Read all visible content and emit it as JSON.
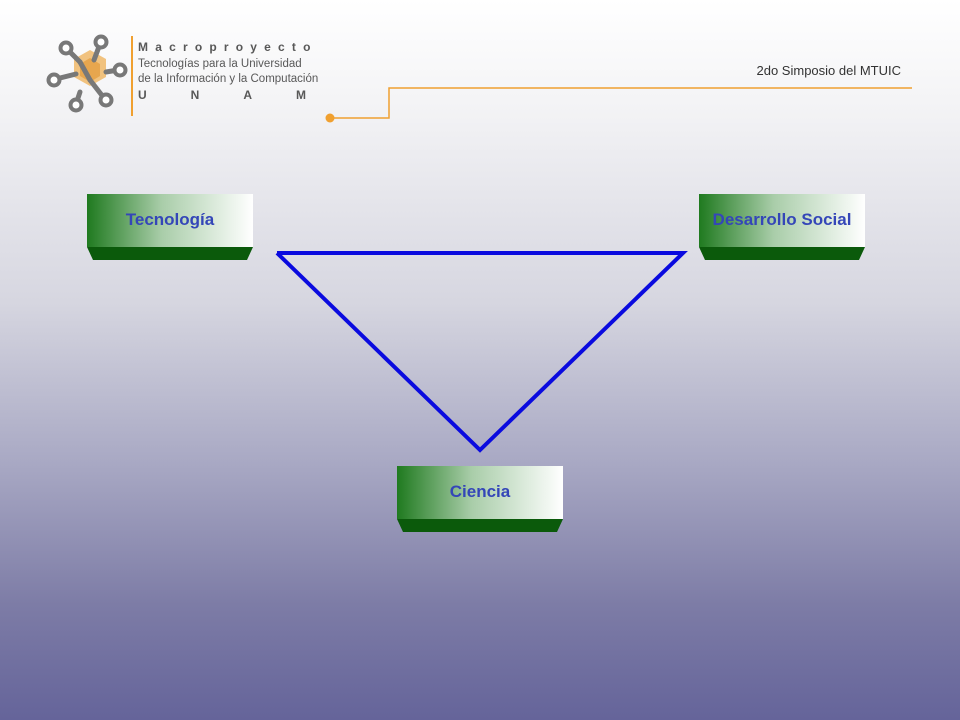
{
  "logo": {
    "brand": "Macroproyecto",
    "line1": "Tecnologías para la Universidad",
    "line2": "de la Información y la Computación",
    "unam": "UNAM",
    "accent_color": "#f0a030",
    "icon": "molecule-network-icon"
  },
  "header": {
    "event_title": "2do Simposio del MTUIC",
    "accent_color": "#f0a030"
  },
  "diagram": {
    "nodes": {
      "tecnologia": "Tecnología",
      "desarrollo_social": "Desarrollo Social",
      "ciencia": "Ciencia"
    },
    "label_color": "#3446b8",
    "box_dark_color": "#0b5a0b",
    "connector_color": "#0a0adf"
  }
}
